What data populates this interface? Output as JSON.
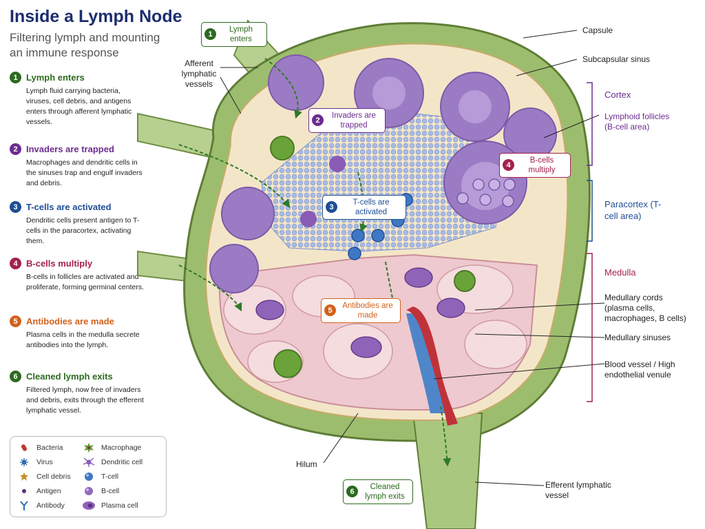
{
  "header": {
    "title": "Inside a Lymph Node",
    "subtitle": "Filtering lymph and mounting an immune response"
  },
  "steps": [
    {
      "num": "1",
      "title": "Lymph enters",
      "text": "Lymph fluid carrying bacteria, viruses, cell debris, and antigens enters through afferent lymphatic vessels.",
      "color": "#2d6a1f"
    },
    {
      "num": "2",
      "title": "Invaders are trapped",
      "text": "Macrophages and dendritic cells in the sinuses trap and engulf invaders and debris.",
      "color": "#6b2d8f"
    },
    {
      "num": "3",
      "title": "T-cells are activated",
      "text": "Dendritic cells present antigen to T-cells in the paracortex, activating them.",
      "color": "#1f4e96"
    },
    {
      "num": "4",
      "title": "B-cells multiply",
      "text": "B-cells in follicles are activated and proliferate, forming germinal centers.",
      "color": "#a3214f"
    },
    {
      "num": "5",
      "title": "Antibodies are made",
      "text": "Plasma cells in the medulla secrete antibodies into the lymph.",
      "color": "#d2611a"
    },
    {
      "num": "6",
      "title": "Cleaned lymph exits",
      "text": "Filtered lymph, now free of invaders and debris, exits through the efferent lymphatic vessel.",
      "color": "#2d6a1f"
    }
  ],
  "legend": [
    {
      "label": "Bacteria",
      "icon": "bacteria-icon",
      "color": "#c0392b"
    },
    {
      "label": "Virus",
      "icon": "virus-icon",
      "color": "#2e6db4"
    },
    {
      "label": "Cell debris",
      "icon": "debris-icon",
      "color": "#c8902a"
    },
    {
      "label": "Antigen",
      "icon": "antigen-icon",
      "color": "#5b2d82"
    },
    {
      "label": "Antibody",
      "icon": "antibody-icon",
      "color": "#2e6db4"
    },
    {
      "label": "Macrophage",
      "icon": "macrophage-icon",
      "color": "#6aa33a"
    },
    {
      "label": "Dendritic cell",
      "icon": "dendritic-cell-icon",
      "color": "#8a5bb5"
    },
    {
      "label": "T-cell",
      "icon": "t-cell-icon",
      "color": "#3e78c4"
    },
    {
      "label": "B-cell",
      "icon": "b-cell-icon",
      "color": "#8e6bbf"
    },
    {
      "label": "Plasma cell",
      "icon": "plasma-cell-icon",
      "color": "#8f63b8"
    }
  ],
  "callouts": {
    "c1": {
      "num": "1",
      "text": "Lymph enters"
    },
    "c2": {
      "num": "2",
      "text": "Invaders are trapped"
    },
    "c3": {
      "num": "3",
      "text": "T-cells are activated"
    },
    "c4": {
      "num": "4",
      "text": "B-cells multiply"
    },
    "c5": {
      "num": "5",
      "text": "Antibodies are made"
    },
    "c6": {
      "num": "6",
      "text": "Cleaned lymph exits"
    }
  },
  "labels": {
    "afferent": "Afferent lymphatic vessels",
    "capsule": "Capsule",
    "subcapsular": "Subcapsular sinus",
    "cortex": "Cortex",
    "follicles": "Lymphoid follicles (B-cell area)",
    "paracortex": "Paracortex (T-cell area)",
    "medulla": "Medulla",
    "cords": "Medullary cords (plasma cells, macrophages, B cells)",
    "sinuses": "Medullary sinuses",
    "blood": "Blood vessel / High endothelial venule",
    "hilum": "Hilum",
    "efferent": "Efferent lymphatic vessel"
  },
  "colors": {
    "capsule": "#9dbd6e",
    "cortex_bg": "#f3e6c8",
    "follicle": "#9b7bc4",
    "paracortex": "#8fa5d8",
    "medulla": "#eec9cf",
    "cortex_label": "#6b2d8f",
    "paracortex_label": "#1f4e96",
    "medulla_label": "#a3214f"
  }
}
